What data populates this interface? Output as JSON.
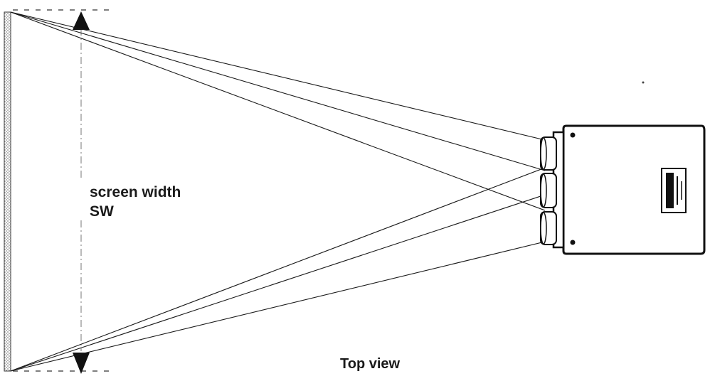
{
  "labels": {
    "screen_width_line1": "screen width",
    "screen_width_line2": "SW",
    "view_caption": "Top view"
  },
  "colors": {
    "ink": "#1a1a1a",
    "background": "#ffffff",
    "screen_pattern": "#9a9a9a"
  },
  "icons": {
    "dimension_arrow_up": "filled-triangle-up",
    "dimension_arrow_down": "filled-triangle-down",
    "projector_logo": "barco-logo"
  }
}
